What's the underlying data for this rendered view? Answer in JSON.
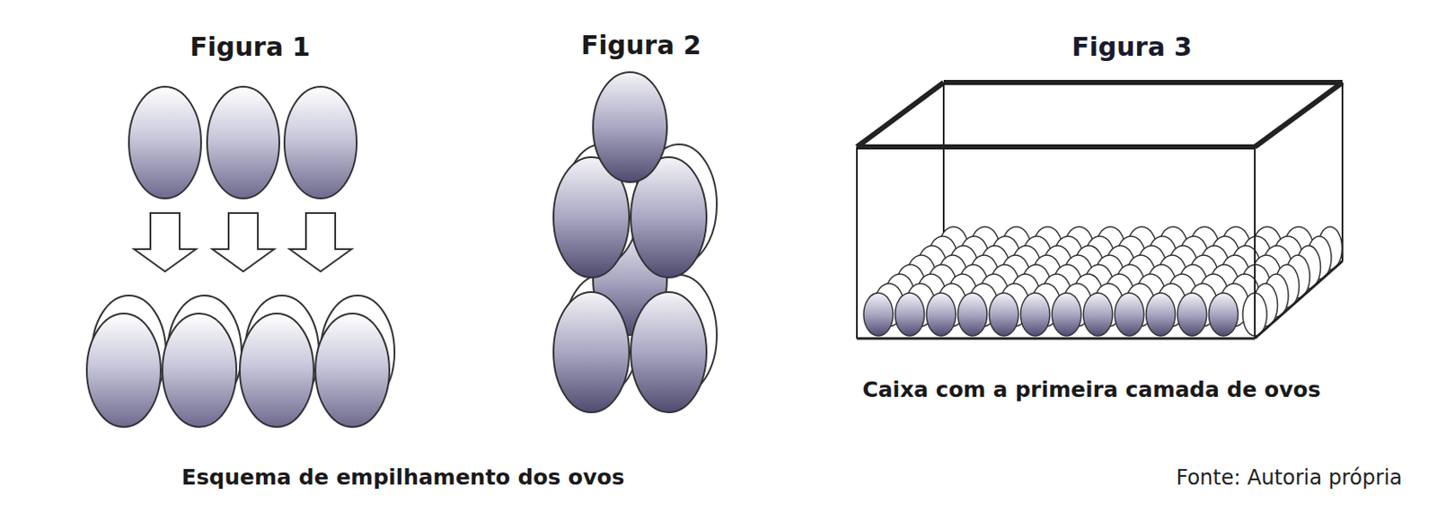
{
  "diagram": {
    "labels": [
      "Figura 1",
      "Figura 2",
      "Figura 3",
      "Esquema de empilhamento dos ovos",
      "Caixa com a primeira camada de ovos",
      "Fonte: Autoria própria"
    ]
  }
}
